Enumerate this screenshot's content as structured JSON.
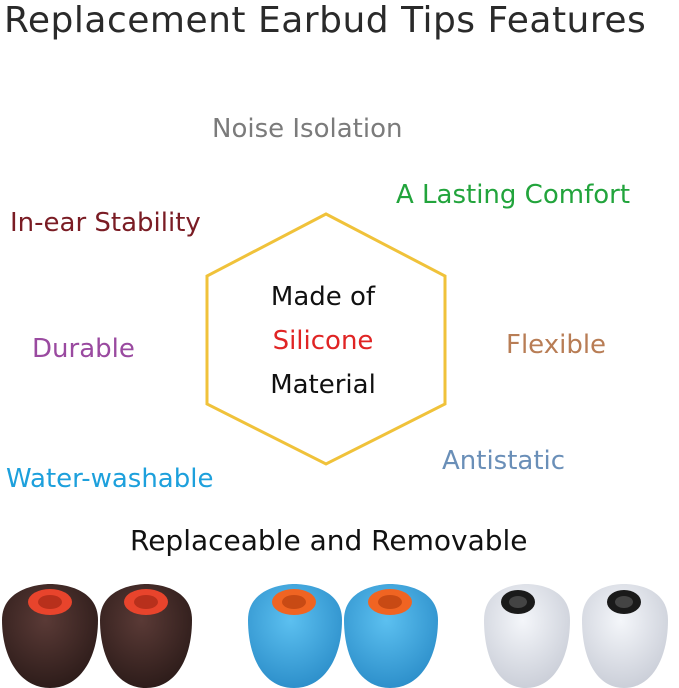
{
  "title": "Replacement Earbud Tips Features",
  "features": [
    {
      "id": "noise",
      "label": "Noise Isolation",
      "color": "#7b7b7b"
    },
    {
      "id": "comfort",
      "label": "A Lasting Comfort",
      "color": "#22a43c"
    },
    {
      "id": "stability",
      "label": "In-ear Stability",
      "color": "#7a1c24"
    },
    {
      "id": "durable",
      "label": "Durable",
      "color": "#9a4aa0"
    },
    {
      "id": "flexible",
      "label": "Flexible",
      "color": "#b87d55"
    },
    {
      "id": "washable",
      "label": "Water-washable",
      "color": "#1da0dc"
    },
    {
      "id": "antistatic",
      "label": "Antistatic",
      "color": "#6a8fb8"
    }
  ],
  "center": {
    "line1": "Made of",
    "line2": "Silicone",
    "line3": "Material",
    "highlight_color": "#e02424",
    "hexagon_color": "#f0c23a"
  },
  "footer": "Replaceable and Removable",
  "tips": [
    {
      "name": "black-red",
      "body": "#3a2624",
      "core": "#e8442c"
    },
    {
      "name": "blue-orange",
      "body": "#3aa6e0",
      "core": "#f06422"
    },
    {
      "name": "clear-black",
      "body": "#dfe3ea",
      "core": "#111111"
    }
  ]
}
